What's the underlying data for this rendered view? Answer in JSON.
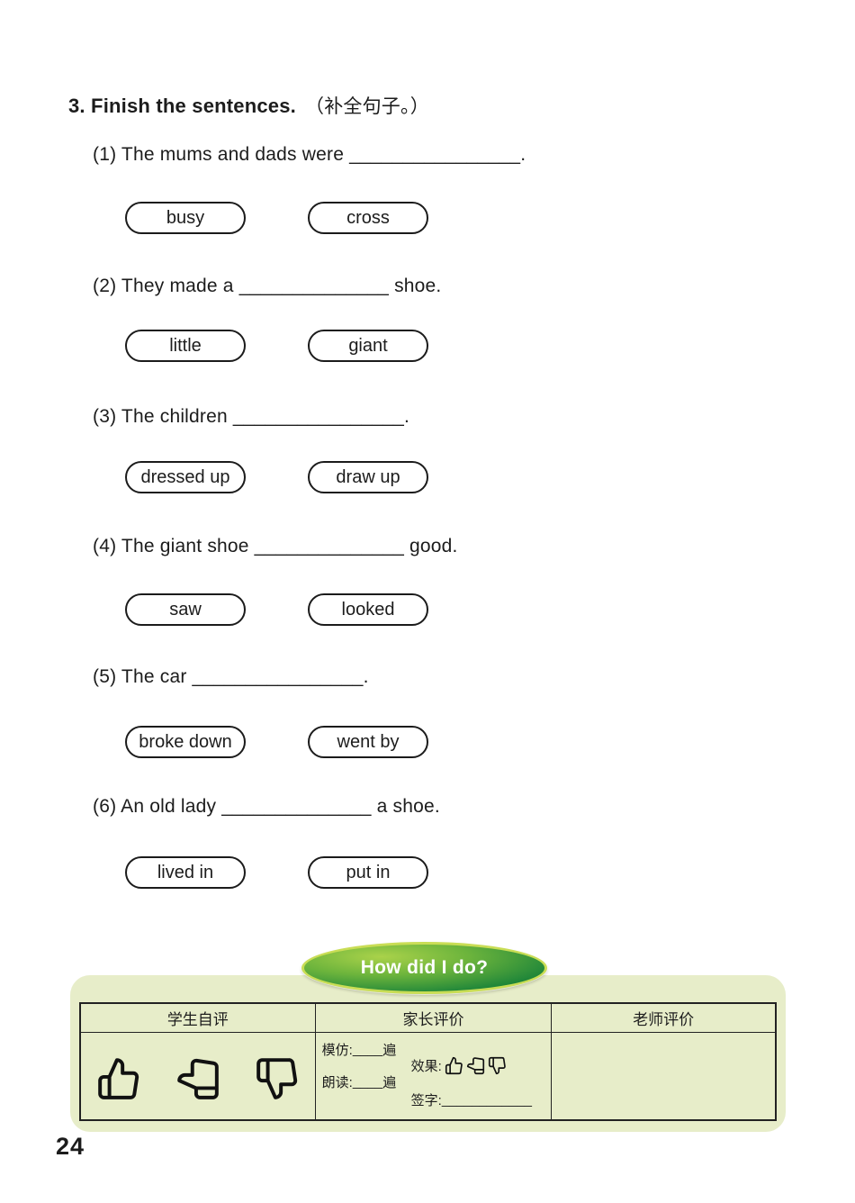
{
  "page": {
    "title_en": "3. Finish the sentences.",
    "title_zh": "（补全句子。）",
    "page_number": "24"
  },
  "questions": [
    {
      "text": "(1) The mums and dads were ________________.",
      "options": [
        "busy",
        "cross"
      ]
    },
    {
      "text": "(2) They made a ______________ shoe.",
      "options": [
        "little",
        "giant"
      ]
    },
    {
      "text": "(3) The children ________________.",
      "options": [
        "dressed up",
        "draw up"
      ]
    },
    {
      "text": "(4) The giant shoe ______________ good.",
      "options": [
        "saw",
        "looked"
      ]
    },
    {
      "text": "(5) The car ________________.",
      "options": [
        "broke down",
        "went by"
      ]
    },
    {
      "text": "(6) An old lady ______________ a shoe.",
      "options": [
        "lived in",
        "put in"
      ]
    }
  ],
  "evaluation": {
    "badge_label": "How did I do?",
    "columns": [
      "学生自评",
      "家长评价",
      "老师评价"
    ],
    "parent": {
      "imitate_label": "模仿:",
      "imitate_blank": "____",
      "imitate_suffix": "遍",
      "read_label": "朗读:",
      "read_blank": "____",
      "read_suffix": "遍",
      "effect_label": "效果:",
      "sign_label": "签字:",
      "sign_blank": "____________"
    },
    "icons": {
      "student_rating": [
        "thumb-up-icon",
        "thumb-sideways-icon",
        "thumb-down-icon"
      ],
      "effect_rating": [
        "thumb-up-icon",
        "thumb-sideways-icon",
        "thumb-down-icon"
      ]
    },
    "colors": {
      "panel_bg": "#e7edc9",
      "badge_green_dark": "#14702f",
      "badge_green_light": "#aad24a",
      "badge_ring": "#c9dd55",
      "text": "#1c1c1c"
    }
  }
}
